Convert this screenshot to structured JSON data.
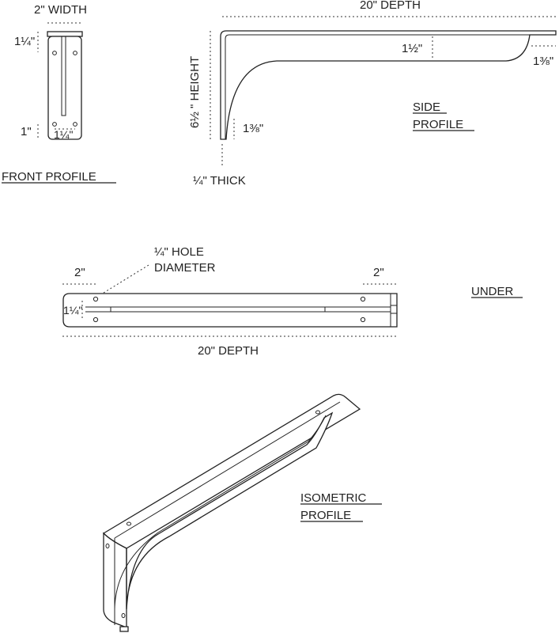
{
  "front_view": {
    "width_label": "2\" WIDTH",
    "top_hole_label": "1¼\"",
    "bottom_hole_label": "1\"",
    "hole_spacing_label": "1¼\"",
    "title": "FRONT PROFILE"
  },
  "side_view": {
    "depth_label": "20\" DEPTH",
    "height_label": "6½ \" HEIGHT",
    "arm_height_label": "1½\"",
    "tip_label": "1⅜\"",
    "foot_label": "1⅜\"",
    "thickness_label": "¼\" THICK",
    "title_line1": "SIDE",
    "title_line2": "PROFILE"
  },
  "under_view": {
    "hole_label_line1": "¼\" HOLE",
    "hole_label_line2": "DIAMETER",
    "left_offset_label": "2\"",
    "right_offset_label": "2\"",
    "hole_spacing_label": "1¼\"",
    "depth_label": "20\" DEPTH",
    "title": "UNDER"
  },
  "isometric_view": {
    "title_line1": "ISOMETRIC",
    "title_line2": "PROFILE"
  }
}
